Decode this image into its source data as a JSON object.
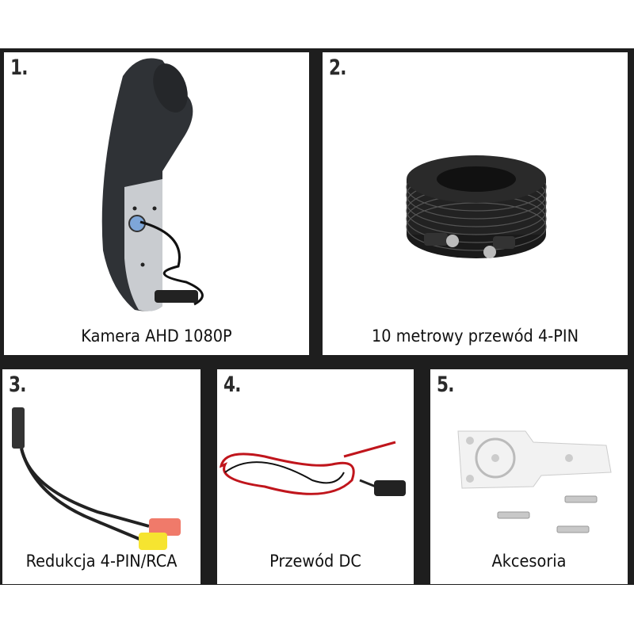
{
  "panels": [
    {
      "number": "1.",
      "caption": "Kamera AHD 1080P",
      "image": "rear-camera"
    },
    {
      "number": "2.",
      "caption": "10 metrowy przewód 4-PIN",
      "image": "cable-coil"
    },
    {
      "number": "3.",
      "caption": "Redukcja 4-PIN/RCA",
      "image": "rca-adapter"
    },
    {
      "number": "4.",
      "caption": "Przewód DC",
      "image": "dc-cable"
    },
    {
      "number": "5.",
      "caption": "Akcesoria",
      "image": "mounting-accessories"
    }
  ]
}
